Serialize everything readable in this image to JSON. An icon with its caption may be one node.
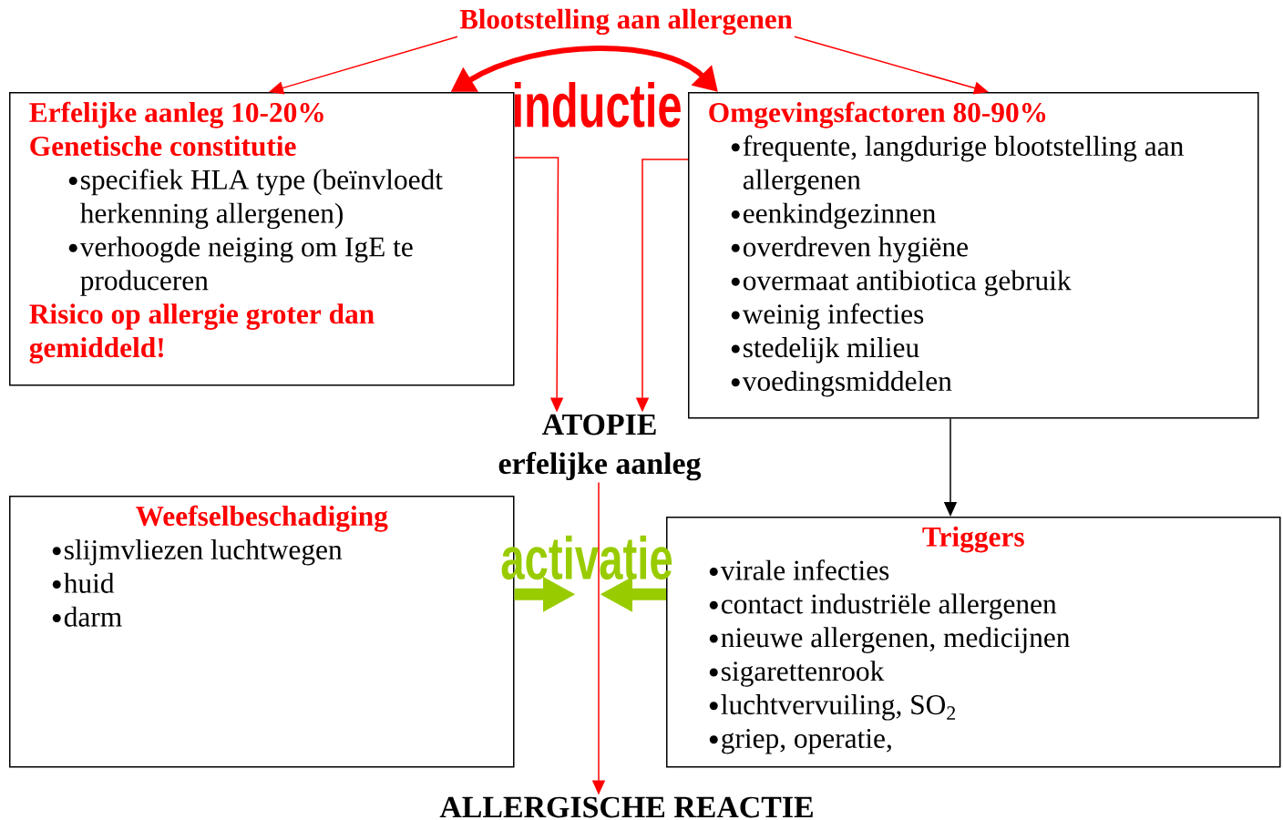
{
  "diagram": {
    "nodes": [
      {
        "text": [
          "Blootstelling aan allergenen"
        ]
      },
      {
        "text": [
          "Erfelijke aanleg 10-20%",
          "Genetische constitutie",
          "specifiek HLA type (beïnvloedt herkenning allergenen)",
          "verhoogde neiging om IgE te produceren",
          "Risico op allergie groter dan gemiddeld!"
        ]
      },
      {
        "text": [
          "Omgevingsfactoren 80-90%",
          "frequente, langdurige  blootstelling aan allergenen",
          "eenkindgezinnen",
          "overdreven hygiëne",
          "overmaat antibiotica gebruik",
          "weinig infecties",
          "stedelijk milieu",
          "voedingsmiddelen"
        ]
      },
      {
        "text": [
          "ATOPIE",
          "erfelijke aanleg"
        ]
      },
      {
        "text": [
          "Weefselbeschadiging",
          "slijmvliezen luchtwegen",
          "huid",
          "darm"
        ]
      },
      {
        "text": [
          "Triggers",
          "virale infecties",
          "contact industriële allergenen",
          "nieuwe allergenen, medicijnen",
          "sigarettenrook",
          "luchtvervuiling, SO$_{2}$",
          "griep, operatie,"
        ]
      },
      {
        "text": [
          "ALLERGISCHE REACTIE"
        ]
      },
      {
        "text": [
          "activatie"
        ]
      }
    ],
    "edges": [
      {
        "from": 0,
        "to": 1,
        "arrow": "to"
      },
      {
        "from": 0,
        "to": 2,
        "arrow": "to"
      },
      {
        "from": 1,
        "to": 2,
        "arrow": "both",
        "label": "inductie",
        "style": "thick"
      },
      {
        "from": 1,
        "to": 3,
        "arrow": "to"
      },
      {
        "from": 2,
        "to": 3,
        "arrow": "to"
      },
      {
        "from": 2,
        "to": 5,
        "arrow": "to",
        "color": "#000000"
      },
      {
        "from": 3,
        "to": 6,
        "arrow": "to"
      },
      {
        "from": 4,
        "to": 7,
        "arrow": "to",
        "style": "thick",
        "color": "#99cc00"
      },
      {
        "from": 5,
        "to": 7,
        "arrow": "to",
        "style": "thick",
        "color": "#99cc00"
      }
    ]
  }
}
